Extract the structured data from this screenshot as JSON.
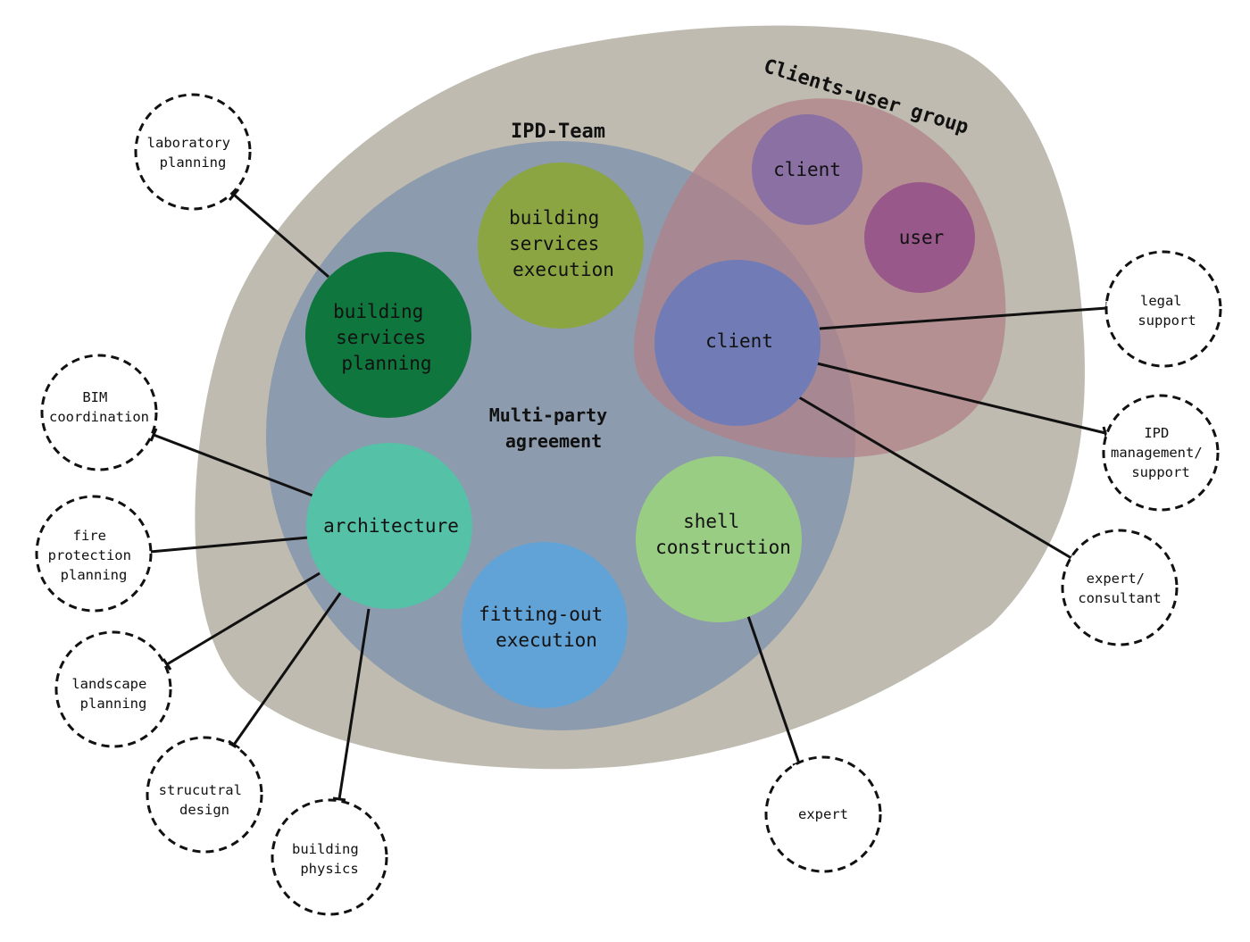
{
  "groups": {
    "outer_color": "#bfbbb0",
    "ipd_team": {
      "title": "IPD-Team",
      "color": "#8c9bad"
    },
    "clients_user_group": {
      "title": "Clients-user group",
      "color": "#b08088"
    },
    "center": {
      "line1": "Multi-party",
      "line2": "agreement"
    }
  },
  "parties": [
    {
      "key": "bsp",
      "lines": [
        "building",
        "services",
        "planning"
      ],
      "color": "#0f763d"
    },
    {
      "key": "bse",
      "lines": [
        "building",
        "services",
        "execution"
      ],
      "color": "#8ca543"
    },
    {
      "key": "client_ipd",
      "lines": [
        "client"
      ],
      "color": "#717bb6"
    },
    {
      "key": "client_top",
      "lines": [
        "client"
      ],
      "color": "#8a70a3"
    },
    {
      "key": "user",
      "lines": [
        "user"
      ],
      "color": "#98588a"
    },
    {
      "key": "arch",
      "lines": [
        "architecture"
      ],
      "color": "#55c1a6"
    },
    {
      "key": "foe",
      "lines": [
        "fitting-out",
        "execution"
      ],
      "color": "#62a3d7"
    },
    {
      "key": "shell",
      "lines": [
        "shell",
        "construction"
      ],
      "color": "#9acd84"
    }
  ],
  "external": [
    {
      "key": "lab",
      "lines": [
        "laboratory",
        "planning"
      ]
    },
    {
      "key": "bim",
      "lines": [
        "BIM",
        "coordination"
      ]
    },
    {
      "key": "fire",
      "lines": [
        "fire",
        "protection",
        "planning"
      ]
    },
    {
      "key": "land",
      "lines": [
        "landscape",
        "planning"
      ]
    },
    {
      "key": "struct",
      "lines": [
        "strucutral",
        "design"
      ]
    },
    {
      "key": "phys",
      "lines": [
        "building",
        "physics"
      ]
    },
    {
      "key": "expert_bottom",
      "lines": [
        "expert"
      ]
    },
    {
      "key": "legal",
      "lines": [
        "legal",
        "support"
      ]
    },
    {
      "key": "ipdmgmt",
      "lines": [
        "IPD",
        "management/",
        "support"
      ]
    },
    {
      "key": "consult",
      "lines": [
        "expert/",
        "consultant"
      ]
    }
  ]
}
